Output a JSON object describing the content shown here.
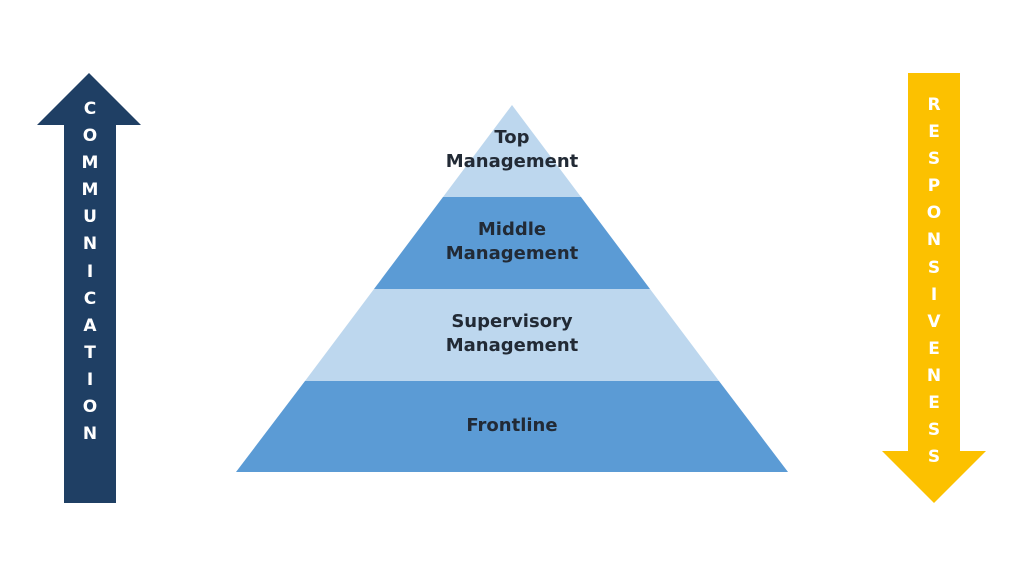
{
  "left_arrow": {
    "label": "COMMUNICATION",
    "direction": "up",
    "color": "#1f3f64",
    "text_color": "#ffffff"
  },
  "right_arrow": {
    "label": "RESPONSIVENESS",
    "direction": "down",
    "color": "#fcc100",
    "text_color": "#ffffff"
  },
  "pyramid": {
    "tiers": [
      {
        "lines": [
          "Top",
          "Management"
        ],
        "color": "#bdd7ee"
      },
      {
        "lines": [
          "Middle",
          "Management"
        ],
        "color": "#5b9bd5"
      },
      {
        "lines": [
          "Supervisory",
          "Management"
        ],
        "color": "#bdd7ee"
      },
      {
        "lines": [
          "Frontline"
        ],
        "color": "#5b9bd5"
      }
    ],
    "text_color": "#222a35"
  }
}
